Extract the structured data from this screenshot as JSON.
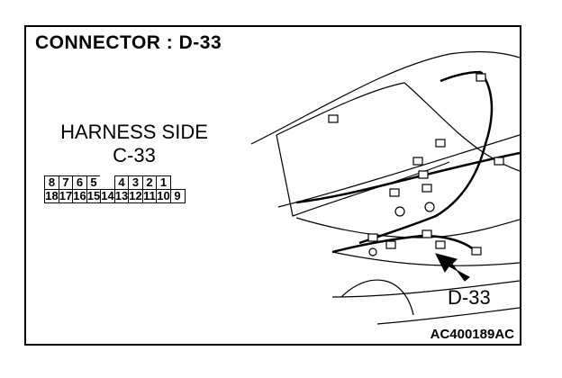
{
  "title": "CONNECTOR : D-33",
  "harness_label": "HARNESS SIDE",
  "harness_connector": "C-33",
  "connector_pins": {
    "top_row": [
      "8",
      "7",
      "6",
      "5",
      "",
      "4",
      "3",
      "2",
      "1"
    ],
    "bottom_row": [
      "18",
      "17",
      "16",
      "15",
      "14",
      "13",
      "12",
      "11",
      "10",
      "9"
    ]
  },
  "callout_label": "D-33",
  "figure_code": "AC400189AC",
  "colors": {
    "line": "#000000",
    "background": "#ffffff"
  }
}
